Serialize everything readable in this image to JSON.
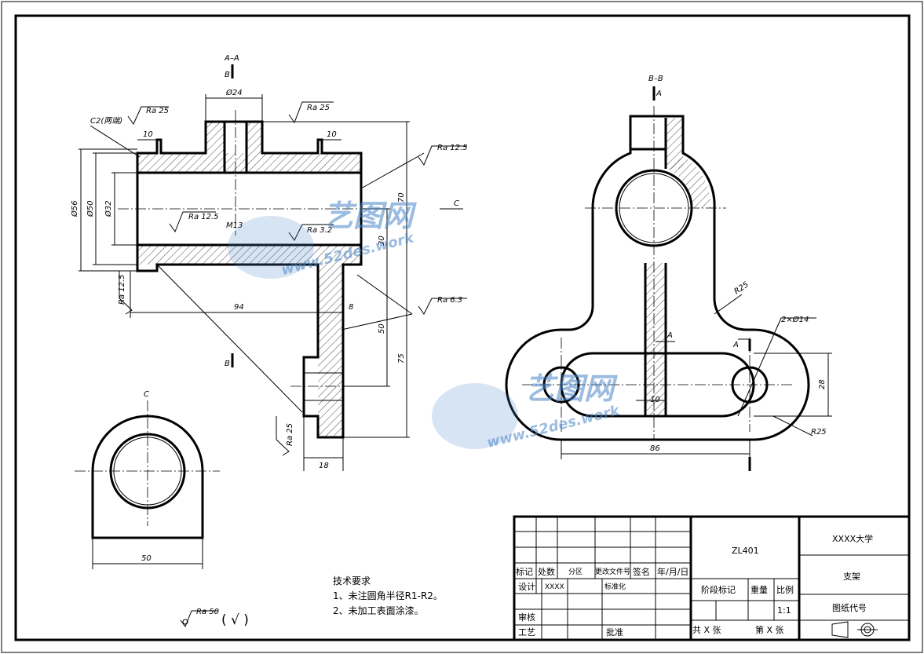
{
  "views": {
    "section_a": "A–A",
    "section_b": "B–B",
    "view_c": "C",
    "label_a": "A",
    "label_b": "B",
    "label_c": "C"
  },
  "dimensions": {
    "phi24": "Ø24",
    "phi56": "Ø56",
    "phi50": "Ø50",
    "phi32": "Ø32",
    "m13": "M13",
    "d10a": "10",
    "d10b": "10",
    "d70": "70",
    "d30": "30",
    "d94": "94",
    "d8": "8",
    "d50v": "50",
    "d75": "75",
    "d18": "18",
    "d50h": "50",
    "r25a": "R25",
    "r25b": "R25",
    "holes": "2×Ø14",
    "d28": "28",
    "d10c": "10",
    "d86": "86",
    "c2": "C2(两端)"
  },
  "roughness": {
    "ra25a": "Ra 25",
    "ra25b": "Ra 25",
    "ra125a": "Ra 12.5",
    "ra125b": "Ra 12.5",
    "ra125c": "Ra 12.5",
    "ra32": "Ra 3.2",
    "ra63": "Ra 6.3",
    "ra25c": "Ra 25",
    "ra50": "Ra 50",
    "general_suffix": "( √ )"
  },
  "tech": {
    "heading": "技术要求",
    "line1": "1、未注圆角半径R1-R2。",
    "line2": "2、未加工表面涂漆。"
  },
  "title_block": {
    "drawing_no": "ZL401",
    "school": "XXXX大学",
    "part_name": "支架",
    "drawing_code": "图纸代号",
    "stage_mark": "阶段标记",
    "weight": "重量",
    "scale_label": "比例",
    "scale": "1:1",
    "total_sheets": "共  X  张",
    "sheet_no": "第  X  张",
    "mark": "标记",
    "count": "处数",
    "zone": "分区",
    "change_doc": "更改文件号",
    "sign": "签名",
    "date": "年/月/日",
    "design": "设计",
    "designer": "XXXX",
    "standard": "标准化",
    "review": "审核",
    "process": "工艺",
    "approve": "批准"
  },
  "watermark": {
    "logo": "艺图网",
    "site": "www.52des.work",
    "color": "#4a86c8"
  }
}
